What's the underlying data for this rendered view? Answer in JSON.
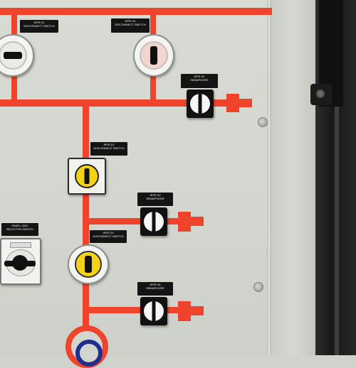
{
  "colors": {
    "busbar": "#f0432b",
    "panel": "#d5d8d1",
    "label_bg": "#141414",
    "label_text": "#f2f2f2",
    "switch_yellow": "#f4d316"
  },
  "labels": {
    "top_left": {
      "line1": "IEPE-01",
      "line2": "DISCONNECT SWITCH"
    },
    "top_center": {
      "line1": "IEPE-01",
      "line2": "DISCONNECT SWITCH"
    },
    "right_upper": {
      "line1": "IEPE-02",
      "line2": "SEMAPHORE"
    },
    "middle": {
      "line1": "IEPE-01",
      "line2": "DISCONNECT SWITCH"
    },
    "right_mid": {
      "line1": "IEPE-03",
      "line2": "SEMAPHORE"
    },
    "lower_mid": {
      "line1": "IEPE-03",
      "line2": "DISCONNECT SWITCH"
    },
    "left_sel": {
      "line1": "PANEL-0001",
      "line2": "SELECTOR SWITCH"
    },
    "right_low": {
      "line1": "IEPE-04",
      "line2": "SEMAPHORE"
    }
  }
}
